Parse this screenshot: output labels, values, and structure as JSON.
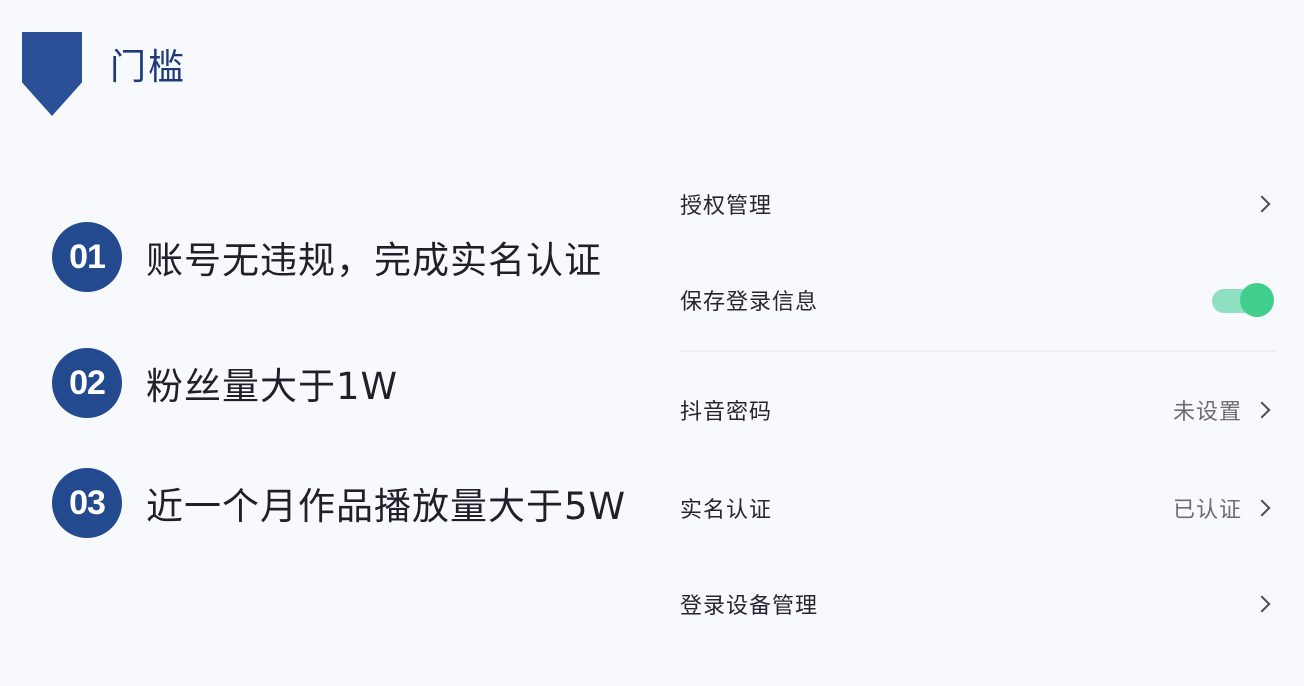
{
  "header": {
    "title": "门槛",
    "accent_color": "#2b4f96"
  },
  "requirements": [
    {
      "number": "01",
      "text": "账号无违规，完成实名认证"
    },
    {
      "number": "02",
      "text": "粉丝量大于1W"
    },
    {
      "number": "03",
      "text": "近一个月作品播放量大于5W"
    }
  ],
  "settings": {
    "items": [
      {
        "label": "授权管理",
        "value": "",
        "control": "chevron"
      },
      {
        "label": "保存登录信息",
        "value": "",
        "control": "toggle",
        "toggle_on": true,
        "toggle_color": "#3fce8b"
      },
      {
        "label": "抖音密码",
        "value": "未设置",
        "control": "chevron"
      },
      {
        "label": "实名认证",
        "value": "已认证",
        "control": "chevron"
      },
      {
        "label": "登录设备管理",
        "value": "",
        "control": "chevron"
      }
    ]
  }
}
